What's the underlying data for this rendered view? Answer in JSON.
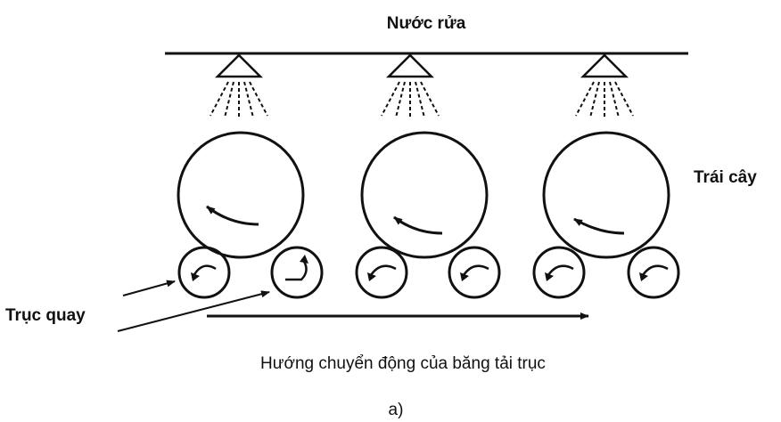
{
  "labels": {
    "wash_water": "Nước rửa",
    "fruit": "Trái cây",
    "rollers": "Trục quay",
    "direction": "Hướng chuyển động của băng tải trục",
    "caption": "a)"
  },
  "colors": {
    "ink": "#111111",
    "background": "#ffffff"
  }
}
